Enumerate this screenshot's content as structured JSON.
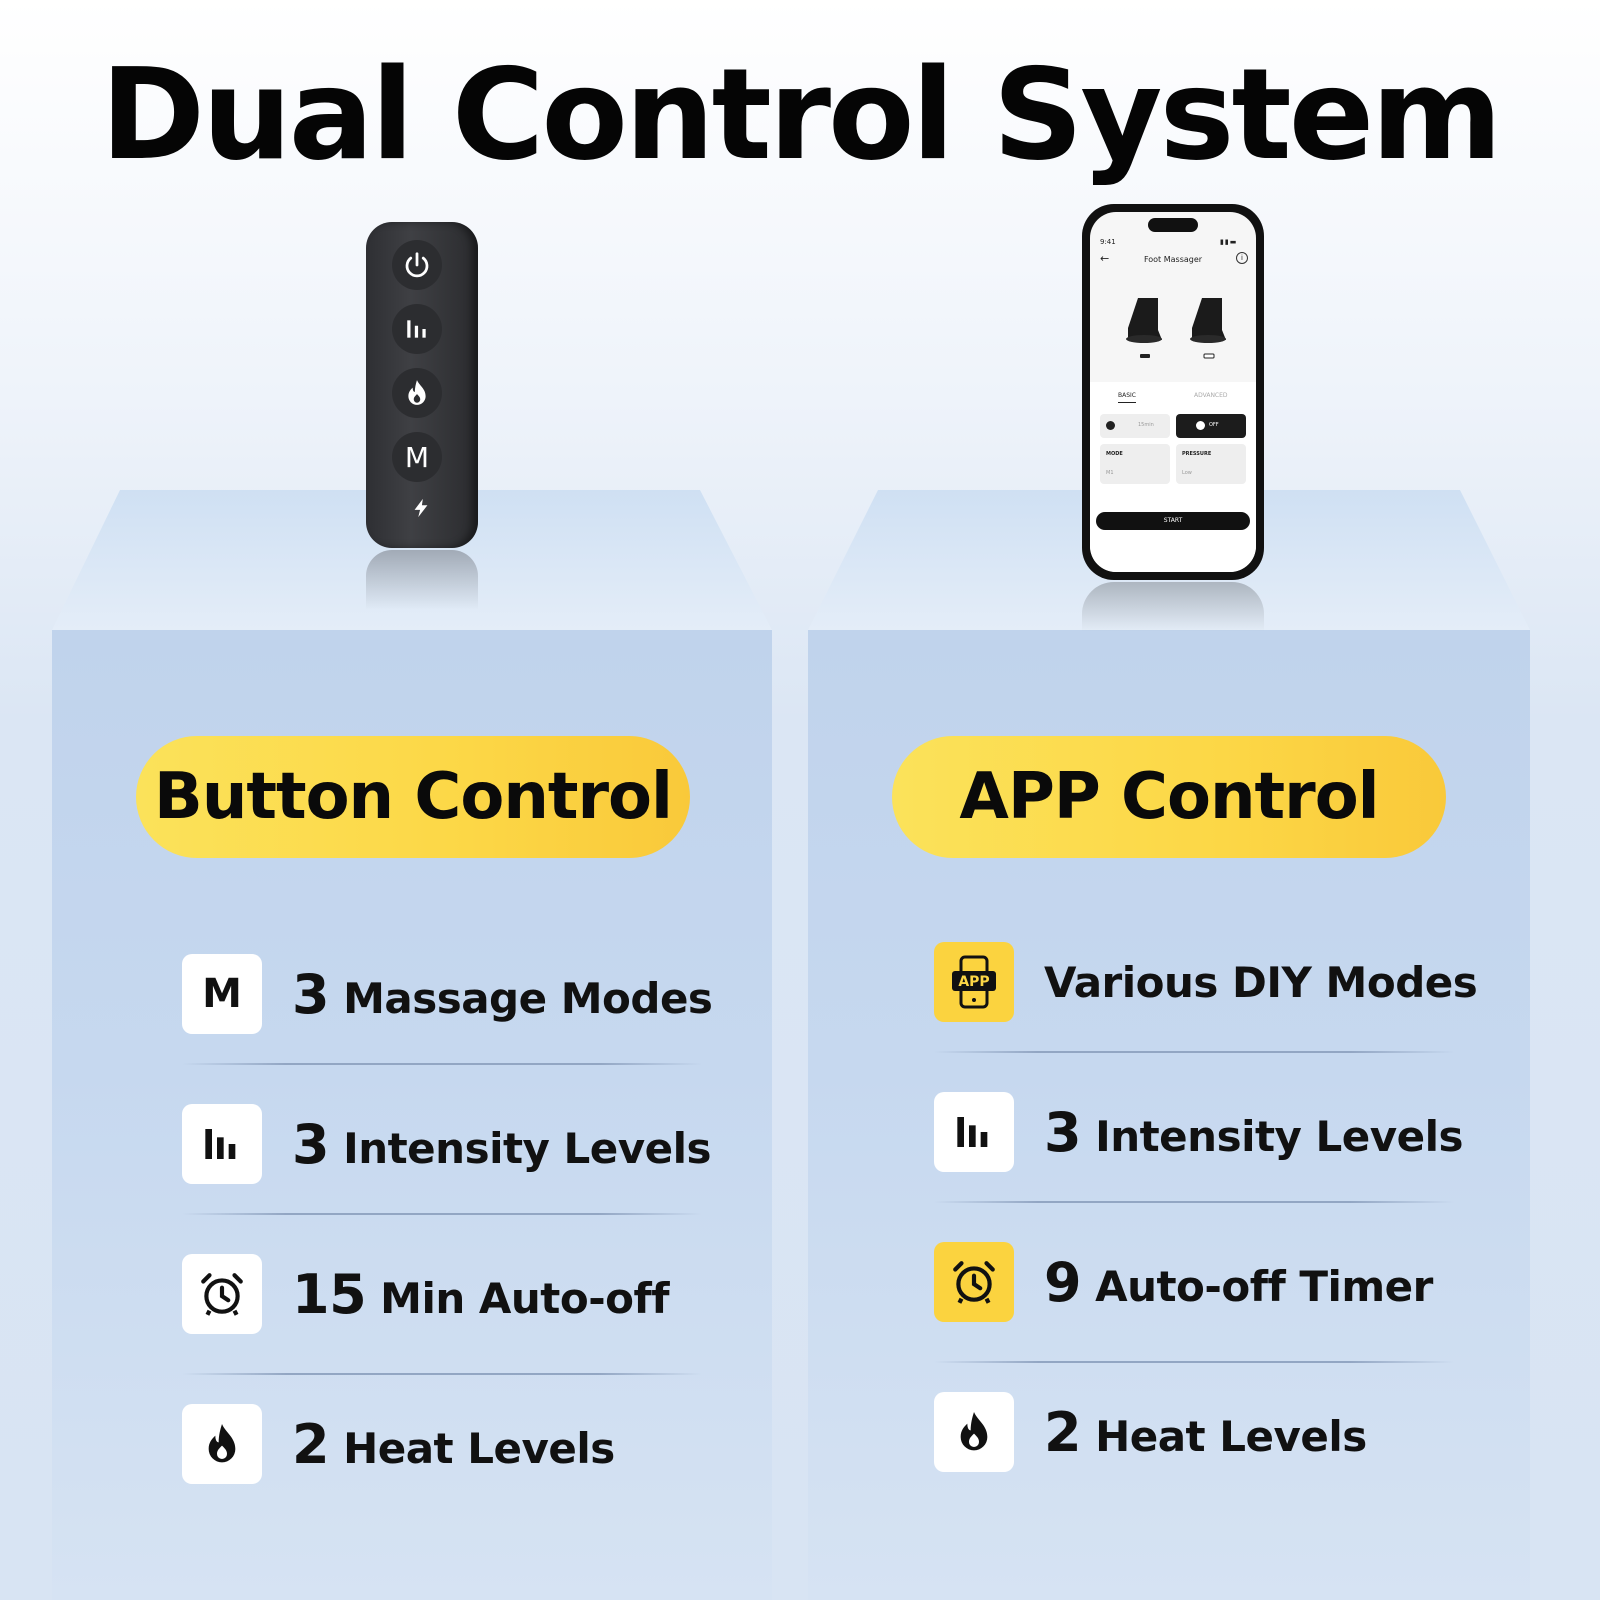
{
  "title": "Dual Control System",
  "left": {
    "heading": "Button Control",
    "features": [
      {
        "icon": "m-letter-icon",
        "num": "3",
        "text": "Massage Modes"
      },
      {
        "icon": "bars-icon",
        "num": "3",
        "text": "Intensity Levels"
      },
      {
        "icon": "alarm-clock-icon",
        "num": "15",
        "text": "Min Auto-off"
      },
      {
        "icon": "flame-icon",
        "num": "2",
        "text": "Heat Levels"
      }
    ],
    "remote_buttons": [
      {
        "icon": "power-icon"
      },
      {
        "icon": "bars-icon"
      },
      {
        "icon": "flame-icon"
      },
      {
        "icon": "m-letter-icon",
        "label": "M"
      },
      {
        "icon": "lightning-icon"
      }
    ]
  },
  "right": {
    "heading": "APP Control",
    "features": [
      {
        "icon": "app-phone-icon",
        "num": "",
        "text": "Various DIY Modes",
        "app_label": "APP"
      },
      {
        "icon": "bars-icon",
        "num": "3",
        "text": "Intensity Levels"
      },
      {
        "icon": "alarm-clock-icon",
        "num": "9",
        "text": "Auto-off Timer"
      },
      {
        "icon": "flame-icon",
        "num": "2",
        "text": "Heat Levels"
      }
    ]
  },
  "phone": {
    "time": "9:41",
    "title": "Foot Massager",
    "tab_basic": "BASIC",
    "tab_advanced": "ADVANCED",
    "timer_value": "15min",
    "heat_value": "OFF",
    "mode_label": "MODE",
    "mode_value": "M1",
    "pressure_label": "PRESSURE",
    "pressure_value": "Low",
    "start_label": "START"
  },
  "colors": {
    "accent_yellow": "#fcd746",
    "text_dark": "#111111"
  }
}
